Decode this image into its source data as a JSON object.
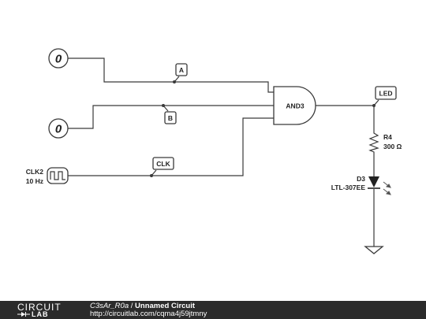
{
  "circuit": {
    "inputs": [
      {
        "value": "0"
      },
      {
        "value": "0"
      }
    ],
    "clock": {
      "name": "CLK2",
      "frequency": "10 Hz"
    },
    "net_labels": {
      "a": "A",
      "b": "B",
      "clk": "CLK",
      "led": "LED"
    },
    "gate": {
      "name": "AND3"
    },
    "resistor": {
      "name": "R4",
      "value": "300 Ω"
    },
    "diode": {
      "name": "D3",
      "part": "LTL-307EE"
    }
  },
  "footer": {
    "logo_top": "CIRCUIT",
    "logo_bottom": "LAB",
    "user": "C3sAr_R0a",
    "separator": "/",
    "circuit_title": "Unnamed Circuit",
    "url": "http://circuitlab.com/cqma4j59jtmny"
  }
}
